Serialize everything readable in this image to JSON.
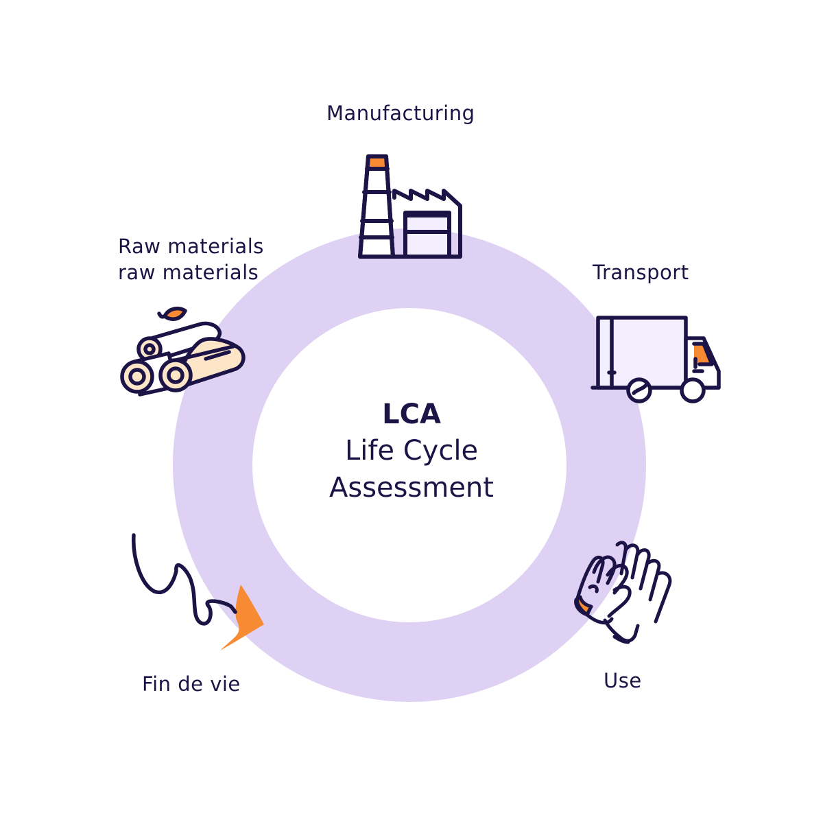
{
  "center": {
    "title": "LCA",
    "line1": "Life Cycle",
    "line2": "Assessment"
  },
  "stages": {
    "manufacturing": {
      "label": "Manufacturing",
      "icon": "factory-icon"
    },
    "transport": {
      "label": "Transport",
      "icon": "truck-icon"
    },
    "use": {
      "label": "Use",
      "icon": "hands-icon"
    },
    "end_of_life": {
      "label": "Fin de vie",
      "icon": "boomerang-icon"
    },
    "raw_materials": {
      "label_line1": "Raw materials",
      "label_line2": "raw materials",
      "icon": "logs-icon"
    }
  },
  "colors": {
    "ring": "#ded1f4",
    "ink": "#1c1446",
    "accent": "#f78b33",
    "soft_fill": "#f4efff",
    "wood": "#fde6c8"
  }
}
